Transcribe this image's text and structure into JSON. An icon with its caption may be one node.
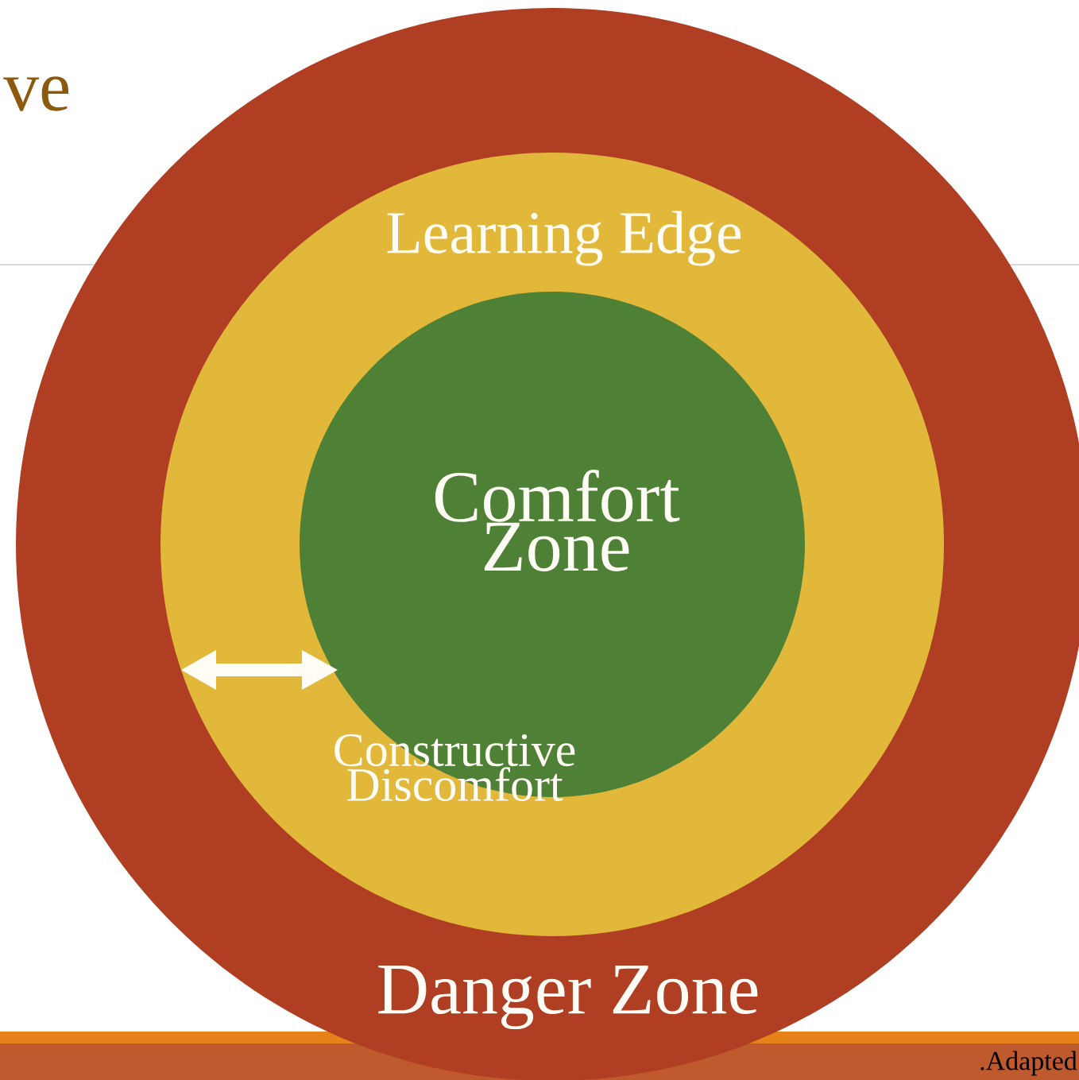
{
  "diagram": {
    "nodes": [
      {
        "text": [
          "Danger Zone"
        ]
      },
      {
        "text": [
          "Learning Edge"
        ],
        "in": 0
      },
      {
        "text": [
          "Comfort Zone"
        ],
        "in": 1
      }
    ],
    "labels": [
      "ve",
      "Constructive Discomfort",
      ".Adapted"
    ]
  }
}
